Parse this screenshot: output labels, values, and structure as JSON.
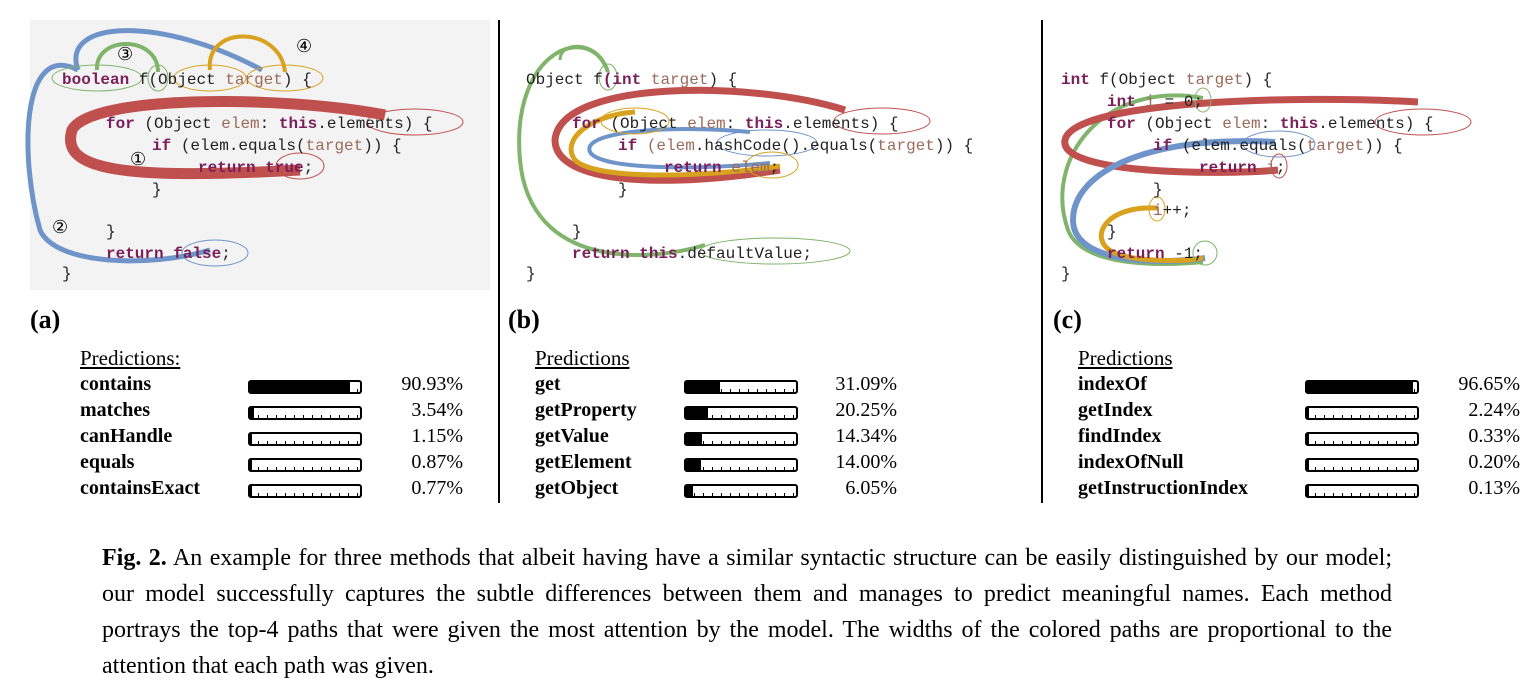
{
  "panels": [
    {
      "label": "(a)",
      "code": {
        "l1": [
          "boolean",
          "f",
          "(Object",
          "target",
          ")  {"
        ],
        "l2": [
          "for",
          "(Object",
          "elem",
          ":",
          "this",
          ".elements",
          ")  {"
        ],
        "l3": [
          "if",
          "(elem.equals(",
          "target",
          "))  {"
        ],
        "l4": [
          "return",
          "true",
          ";"
        ],
        "l5": "}",
        "l6": "}",
        "l7": [
          "return",
          "false",
          ";"
        ],
        "l8": "}"
      },
      "markers": [
        "①",
        "②",
        "③",
        "④"
      ],
      "predictions_title": "Predictions:",
      "predictions": [
        {
          "name": "contains",
          "value": 0.9093,
          "pct": "90.93%"
        },
        {
          "name": "matches",
          "value": 0.0354,
          "pct": "3.54%"
        },
        {
          "name": "canHandle",
          "value": 0.0115,
          "pct": "1.15%"
        },
        {
          "name": "equals",
          "value": 0.0087,
          "pct": "0.87%"
        },
        {
          "name": "containsExact",
          "value": 0.0077,
          "pct": "0.77%"
        }
      ]
    },
    {
      "label": "(b)",
      "code": {
        "l1": [
          "Object",
          "f",
          "(int",
          "target",
          ")  {"
        ],
        "l2": [
          "for",
          "(Object",
          "elem",
          ":",
          "this",
          ".elements",
          ")  {"
        ],
        "l3": [
          "if",
          "(elem",
          ".hashCode",
          "().equals(",
          "target",
          "))  {"
        ],
        "l4": [
          "return",
          "elem",
          ";"
        ],
        "l5": "}",
        "l6": "}",
        "l7": [
          "return",
          "this",
          ".defaultValue",
          ";"
        ],
        "l8": "}"
      },
      "predictions_title": "Predictions",
      "predictions": [
        {
          "name": "get",
          "value": 0.3109,
          "pct": "31.09%"
        },
        {
          "name": "getProperty",
          "value": 0.2025,
          "pct": "20.25%"
        },
        {
          "name": "getValue",
          "value": 0.1434,
          "pct": "14.34%"
        },
        {
          "name": "getElement",
          "value": 0.14,
          "pct": "14.00%"
        },
        {
          "name": "getObject",
          "value": 0.0605,
          "pct": "6.05%"
        }
      ]
    },
    {
      "label": "(c)",
      "code": {
        "l1": [
          "int",
          "f(Object",
          "target",
          ")  {"
        ],
        "l2": [
          "int",
          "i",
          "=",
          "0",
          ";"
        ],
        "l3": [
          "for",
          "(Object",
          "elem",
          ":",
          "this",
          ".elements",
          ")  {"
        ],
        "l4": [
          "if",
          "(elem.equals(",
          "target",
          "))  {"
        ],
        "l5": [
          "return",
          "i",
          ";"
        ],
        "l6": "}",
        "l7": [
          "i",
          "++;"
        ],
        "l8": "}",
        "l9": [
          "return",
          "-1",
          ";"
        ],
        "l10": "}"
      },
      "predictions_title": "Predictions",
      "predictions": [
        {
          "name": "indexOf",
          "value": 0.9665,
          "pct": "96.65%"
        },
        {
          "name": "getIndex",
          "value": 0.0224,
          "pct": "2.24%"
        },
        {
          "name": "findIndex",
          "value": 0.0033,
          "pct": "0.33%"
        },
        {
          "name": "indexOfNull",
          "value": 0.002,
          "pct": "0.20%"
        },
        {
          "name": "getInstructionIndex",
          "value": 0.0013,
          "pct": "0.13%"
        }
      ]
    }
  ],
  "colors": {
    "red": "#c0504d",
    "blue": "#6f94c9",
    "green": "#7fb46a",
    "yellow": "#d8a21e"
  },
  "caption": {
    "label": "Fig. 2.",
    "text": "An example for three methods that albeit having have a similar syntactic structure can be easily distinguished by our model; our model successfully captures the subtle differences between them and manages to predict meaningful names. Each method portrays the top-4 paths that were given the most attention by the model. The widths of the colored paths are proportional to the attention that each path was given."
  }
}
